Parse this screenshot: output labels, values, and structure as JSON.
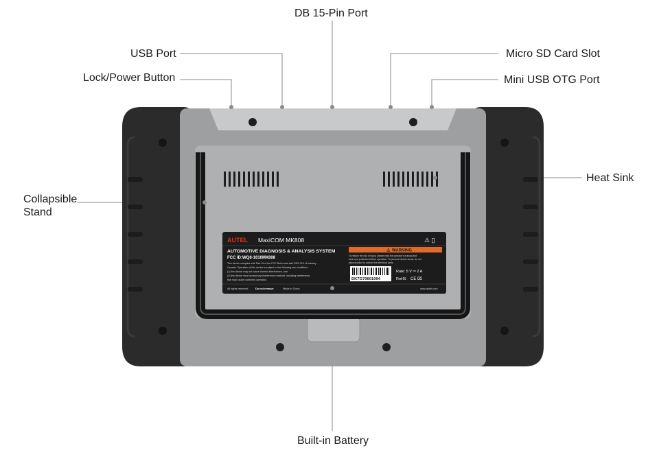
{
  "callouts": {
    "db15": "DB 15-Pin Port",
    "usb_port": "USB Port",
    "lock_power": "Lock/Power Button",
    "micro_sd": "Micro SD Card Slot",
    "mini_usb_otg": "Mini USB OTG Port",
    "heat_sink": "Heat Sink",
    "collapsible_stand_line1": "Collapsible",
    "collapsible_stand_line2": "Stand",
    "battery": "Built-in Battery"
  },
  "label": {
    "brand": "AUTEL",
    "model": "MaxiCOM MK808",
    "system": "AUTOMOTIVE DIAGNOSIS & ANALYSIS SYSTEM",
    "fcc": "FCC ID:WQ8-1610MX808",
    "compliance_1": "This device complies with Part 15 of the FCC Rules and with RSS-210 of Industry",
    "compliance_2": "Canada. Operation of this device is subject to the following two conditions:",
    "compliance_3": "(1) this device may not cause harmful interference, and",
    "compliance_4": "(2) this device must accept any interference received, including interference",
    "compliance_5": "that may cause undesired operation.",
    "warning": "WARNING",
    "warning_1": "To reduce the risk of injury, please read the operator's manual and",
    "warning_2": "wear eye protection before operation. To prevent electric shock, do not",
    "warning_3": "allow product to contact live electrical parts.",
    "serial": "DK7G70601094",
    "rate": "Rate: 5 V ⎓ 2 A",
    "rohs": "RoHS",
    "rights": "All rights reserved.",
    "do_not_remove": "Do not remove",
    "made_in": "Made in China",
    "website": "www.autel.com"
  },
  "colors": {
    "bumper": "#2b2b2b",
    "body": "#9d9fa1",
    "panel": "#b4b6b8",
    "label_bg": "#1c1c1c",
    "warning": "#e06a2a",
    "leader_line": "#8a8a8a"
  }
}
